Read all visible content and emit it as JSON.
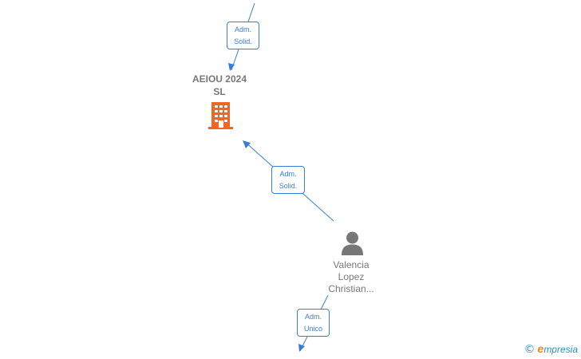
{
  "nodes": {
    "company": {
      "name_line1": "AEIOU 2024",
      "name_line2": "SL",
      "icon": "building-icon",
      "color": "#f26522"
    },
    "person": {
      "name_line1": "Valencia",
      "name_line2": "Lopez",
      "name_line3": "Christian...",
      "icon": "person-icon",
      "color": "#777777"
    }
  },
  "edges": [
    {
      "line1": "Adm.",
      "line2": "Solid."
    },
    {
      "line1": "Adm.",
      "line2": "Solid."
    },
    {
      "line1": "Adm.",
      "line2": "Unico"
    }
  ],
  "colors": {
    "edge": "#3a7bd5",
    "text": "#777777",
    "brand": "#2a8fb8",
    "brand_accent": "#f08a1a"
  },
  "footer": {
    "copyright_symbol": "©",
    "brand_initial": "e",
    "brand_rest": "mpresia"
  }
}
